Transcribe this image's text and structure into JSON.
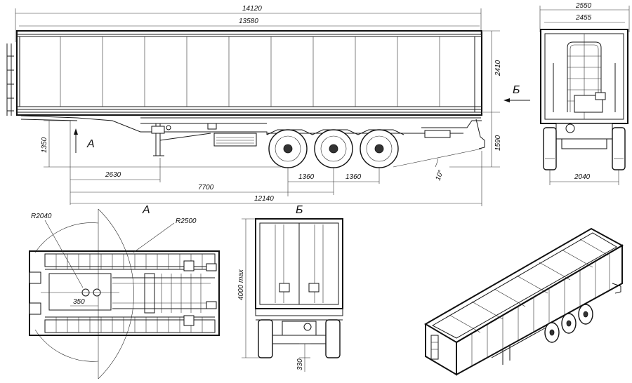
{
  "side_view": {
    "dims": {
      "overall_length": "14120",
      "body_length": "13580",
      "body_height": "2410",
      "coupling_height": "1350",
      "platform_height": "1590",
      "kingpin_to_support": "2630",
      "axle_spacing_1": "1360",
      "axle_spacing_2": "1360",
      "kingpin_to_axle": "7700",
      "kingpin_to_rear": "12140",
      "rear_angle": "10°"
    },
    "view_marks": {
      "a": "A",
      "b": "Б"
    }
  },
  "rear_view": {
    "dims": {
      "overall_width": "2550",
      "inner_width": "2455",
      "track_width": "2040"
    }
  },
  "view_a": {
    "title": "A",
    "dims": {
      "radius_front": "R2040",
      "radius_rear": "R2500",
      "offset": "350"
    }
  },
  "view_b": {
    "title": "Б",
    "dims": {
      "max_height": "4000 max",
      "ground_clearance": "330"
    }
  }
}
